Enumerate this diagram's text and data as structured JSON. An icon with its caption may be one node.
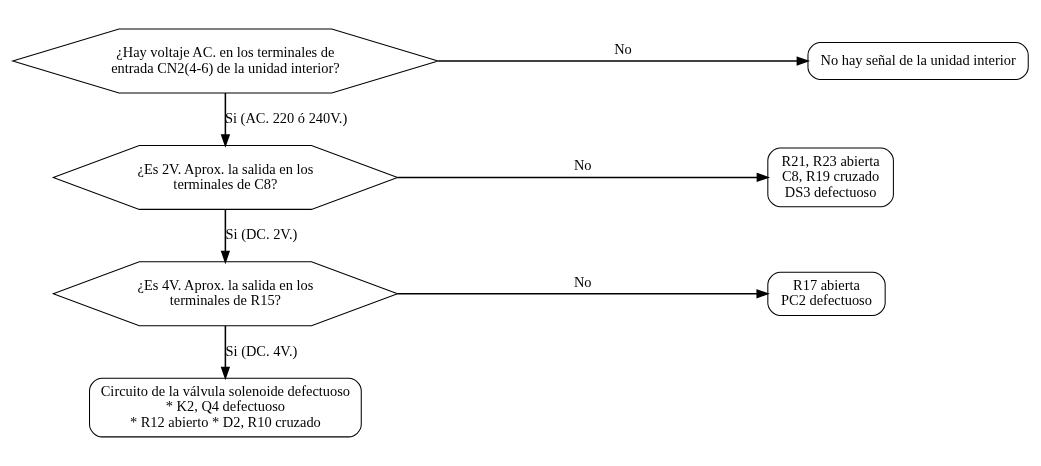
{
  "diagram": {
    "nodes": [
      {
        "text": [
          "¿Hay voltaje AC. en los terminales de entrada CN2(4-6) de la unidad interior?"
        ]
      },
      {
        "text": [
          "No hay señal de la unidad interior"
        ]
      },
      {
        "text": [
          "¿Es 2V. Aprox. la salida en los terminales de C8?"
        ]
      },
      {
        "text": [
          "R21, R23 abierta",
          "C8, R19 cruzado",
          "DS3 defectuoso"
        ]
      },
      {
        "text": [
          "¿Es 4V. Aprox. la salida en los terminales de R15?"
        ]
      },
      {
        "text": [
          "R17 abierta",
          "PC2 defectuoso"
        ]
      },
      {
        "text": [
          "Circuito de la válvula solenoide defectuoso",
          "* K2, Q4 defectuoso",
          "* R12 abierto * D2, R10 cruzado"
        ]
      }
    ],
    "edges": [
      {
        "from": 0,
        "to": 1,
        "arrow": "to",
        "label": "No"
      },
      {
        "from": 0,
        "to": 2,
        "arrow": "to",
        "label": "Si (AC. 220 ó 240V.)"
      },
      {
        "from": 2,
        "to": 3,
        "arrow": "to",
        "label": "No"
      },
      {
        "from": 2,
        "to": 4,
        "arrow": "to",
        "label": "Si (DC. 2V.)"
      },
      {
        "from": 4,
        "to": 5,
        "arrow": "to",
        "label": "No"
      },
      {
        "from": 4,
        "to": 6,
        "arrow": "to",
        "label": "Si (DC. 4V.)"
      }
    ]
  }
}
